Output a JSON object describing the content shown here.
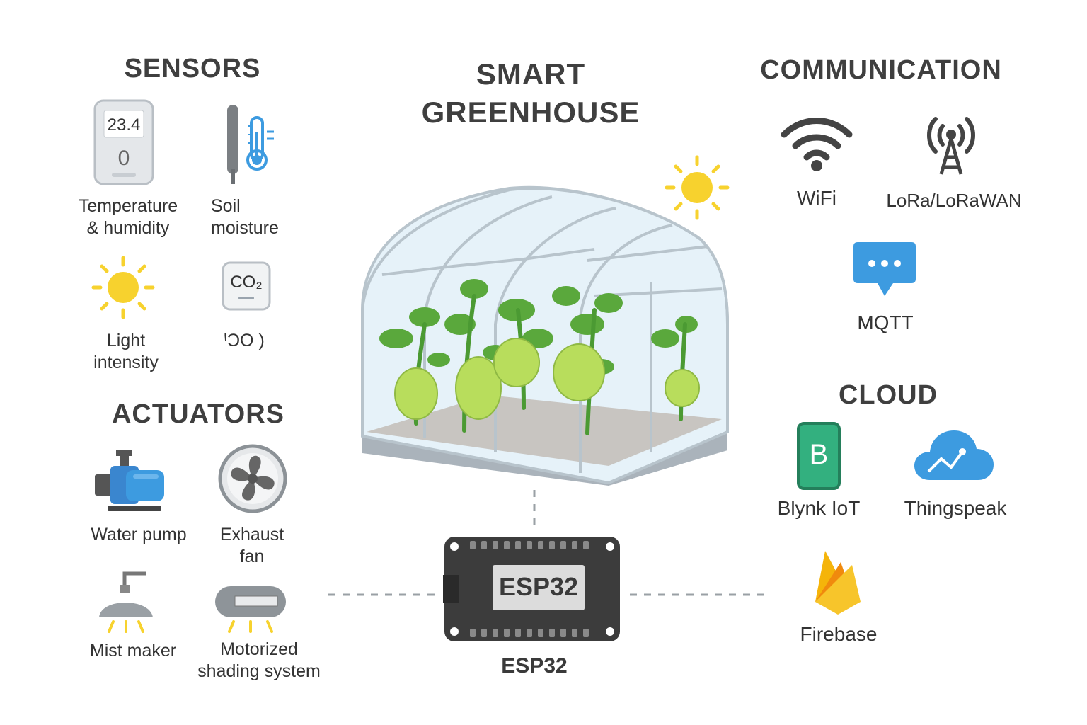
{
  "title": "SMART\nGREENHOUSE",
  "sections": {
    "sensors": "SENSORS",
    "actuators": "ACTUATORS",
    "communication": "COMMUNICATION",
    "cloud": "CLOUD"
  },
  "sensors": {
    "temp_display_value": "23.4",
    "temp_display_value2": "0",
    "temperature_label": "Temperature\n& humidity",
    "soil_label": "Soil\nmoisture",
    "light_label": "Light\nintensity",
    "co2_icon_text": "CO₂",
    "co2_label": "ꞋƆO )"
  },
  "actuators": {
    "pump_label": "Water pump",
    "fan_label": "Exhaust\nfan",
    "mist_label": "Mist maker",
    "shading_label": "Motorized\nshading system"
  },
  "communication": {
    "wifi_label": "WiFi",
    "lora_label": "LoRa/LoRaWAN",
    "mqtt_label": "MQTT"
  },
  "cloud": {
    "blynk_icon_letter": "B",
    "blynk_label": "Blynk IoT",
    "thingspeak_label": "Thingspeak",
    "firebase_label": "Firebase"
  },
  "controller": {
    "chip_text": "ESP32",
    "label": "ESP32"
  },
  "colors": {
    "sun": "#f7d22e",
    "blue": "#3d9be0",
    "blynk_green": "#33b07f",
    "leaf_green": "#5aa83c",
    "fruit": "#b8dd5c",
    "soil": "#9a6a45",
    "board": "#3c3c3c"
  }
}
